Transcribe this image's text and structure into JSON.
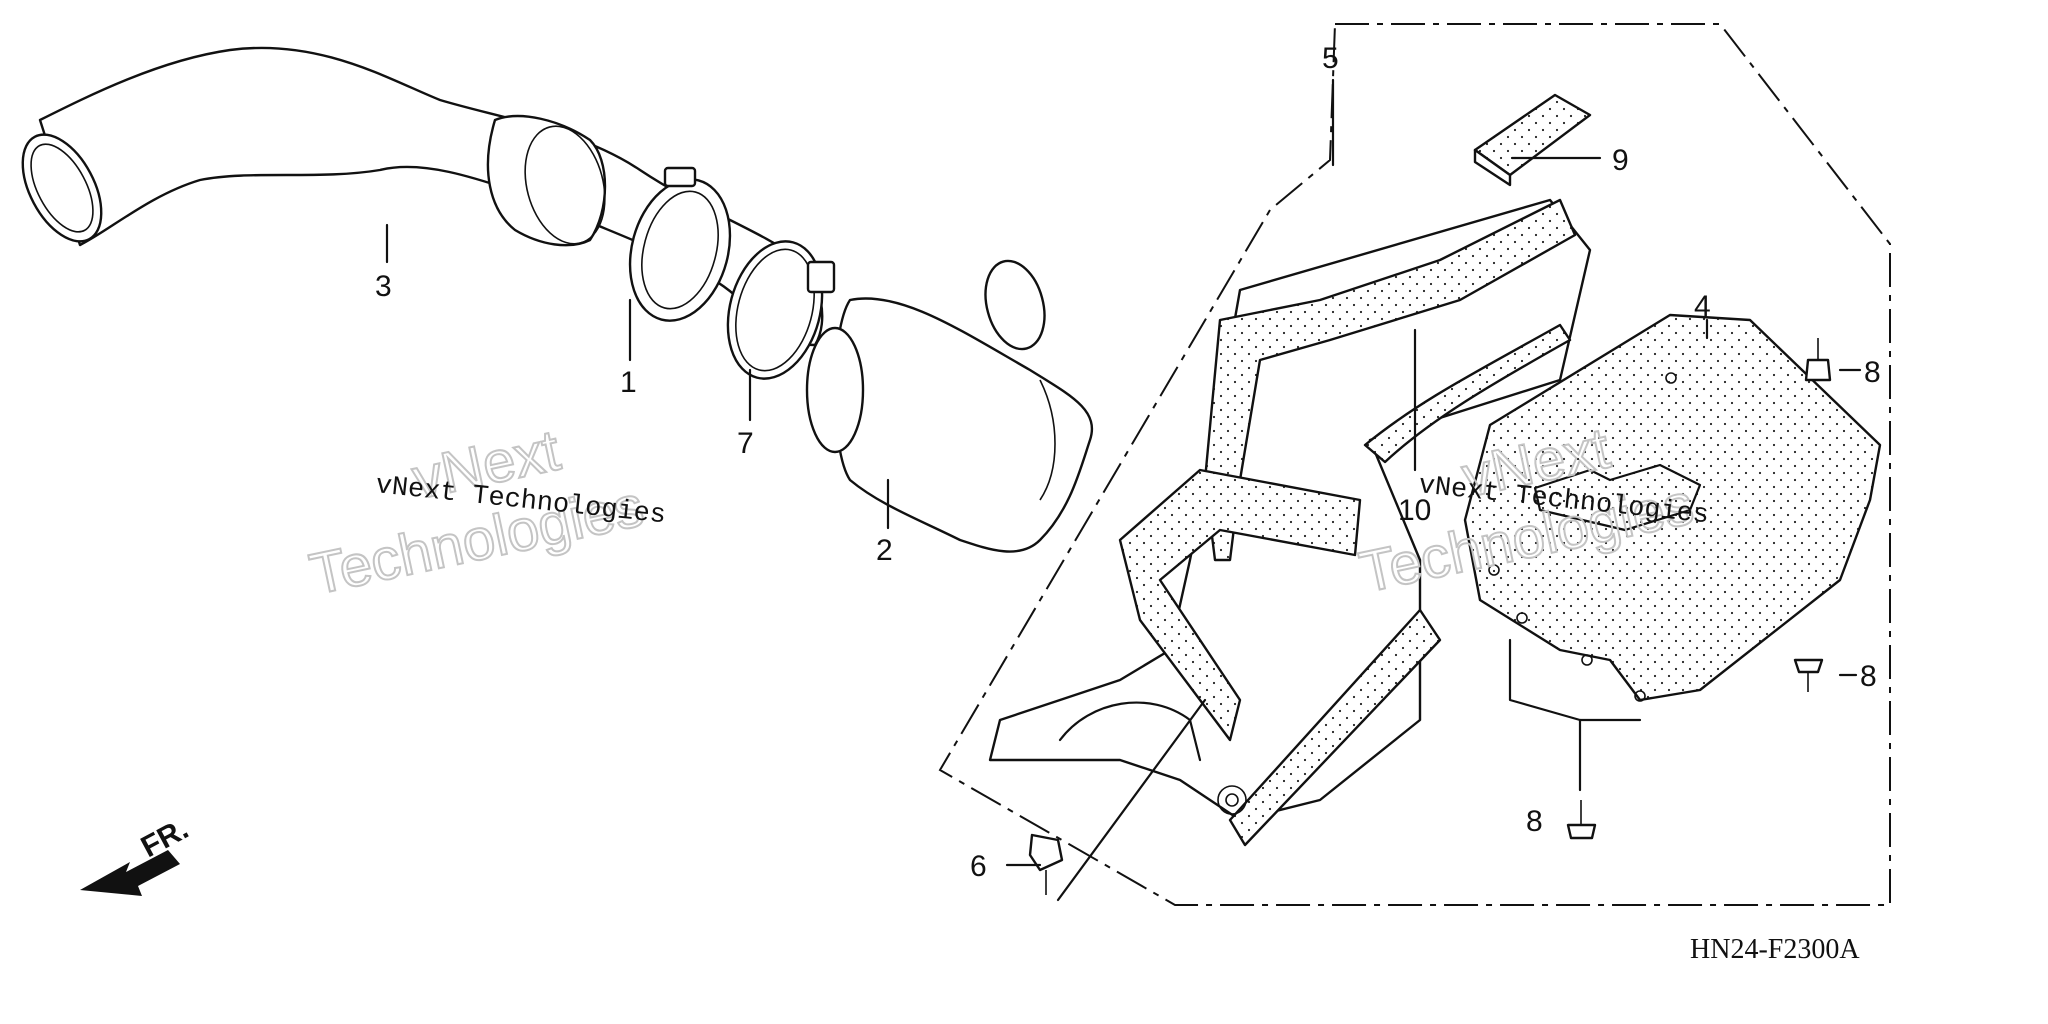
{
  "diagram": {
    "callouts": {
      "p1": "1",
      "p2": "2",
      "p3": "3",
      "p4": "4",
      "p5": "5",
      "p6": "6",
      "p7": "7",
      "p8a": "8",
      "p8b": "8",
      "p8c": "8",
      "p9": "9",
      "p10": "10"
    },
    "direction_label": "FR.",
    "diagram_code": "HN24-F2300A",
    "watermarks": {
      "left_small": "vNext Technologies",
      "left_big_1": "vNext",
      "left_big_2": "Technologies",
      "right_small": "vNext Technologies",
      "right_big_1": "vNext",
      "right_big_2": "Technologies"
    }
  }
}
